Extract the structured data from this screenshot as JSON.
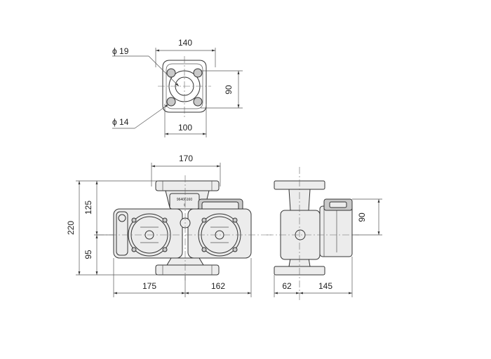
{
  "flange_view": {
    "phi_large": "ϕ 19",
    "phi_small": "ϕ 14",
    "width_top": "140",
    "height_right": "90",
    "width_bottom": "100"
  },
  "front_view": {
    "width_top": "170",
    "height_total": "220",
    "height_upper": "125",
    "height_lower": "95",
    "width_left": "175",
    "width_right": "162",
    "nameplate_text": "96406160"
  },
  "side_view": {
    "height_right": "90",
    "width_left": "62",
    "width_right": "145"
  }
}
